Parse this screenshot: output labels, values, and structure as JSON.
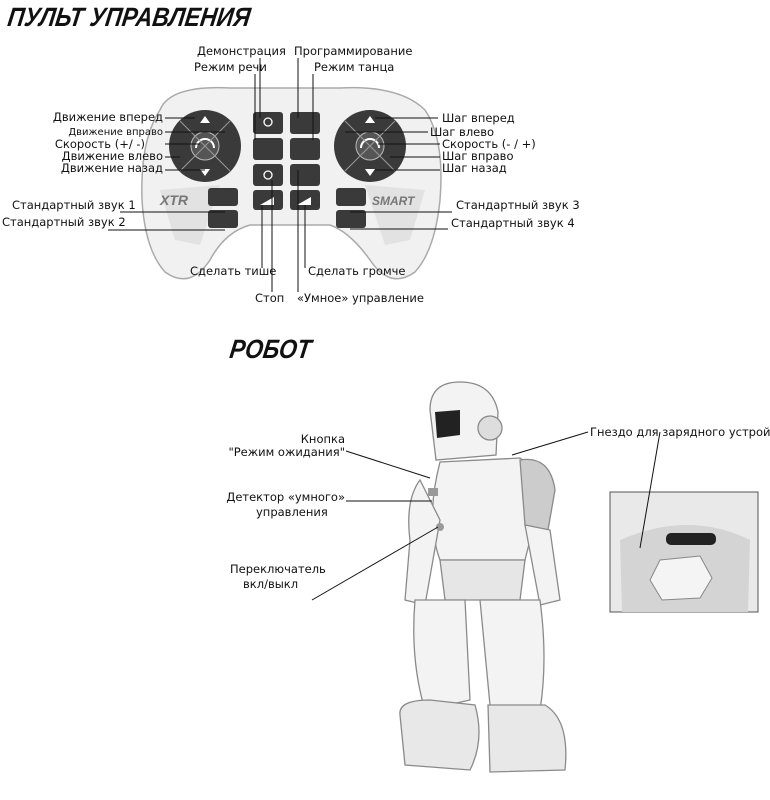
{
  "remote": {
    "title": "ПУЛЬТ УПРАВЛЕНИЯ",
    "brand_left": "XTR",
    "brand_right": "SMART",
    "labels": {
      "demo": "Демонстрация",
      "programming": "Программирование",
      "speech_mode": "Режим речи",
      "dance_mode": "Режим танца",
      "move_forward": "Движение вперед",
      "move_right": "Движение вправо",
      "speed_left": "Скорость (+/ -)",
      "move_left": "Движение влево",
      "move_back": "Движение назад",
      "sound1": "Стандартный звук 1",
      "sound2": "Стандартный звук 2",
      "step_forward": "Шаг вперед",
      "step_left": "Шаг влево",
      "speed_right": "Скорость (- / +)",
      "step_right": "Шаг вправо",
      "step_back": "Шаг назад",
      "sound3": "Стандартный звук 3",
      "sound4": "Стандартный звук 4",
      "volume_down": "Сделать тише",
      "volume_up": "Сделать громче",
      "stop": "Стоп",
      "smart_control": "«Умное» управление"
    }
  },
  "robot": {
    "title": "РОБОТ",
    "labels": {
      "standby_1": "Кнопка",
      "standby_2": "\"Режим ожидания\"",
      "detector_1": "Детектор «умного»",
      "detector_2": "управления",
      "switch_1": "Переключатель",
      "switch_2": "вкл/выкл",
      "charger": "Гнездо для зарядного устройства"
    }
  }
}
